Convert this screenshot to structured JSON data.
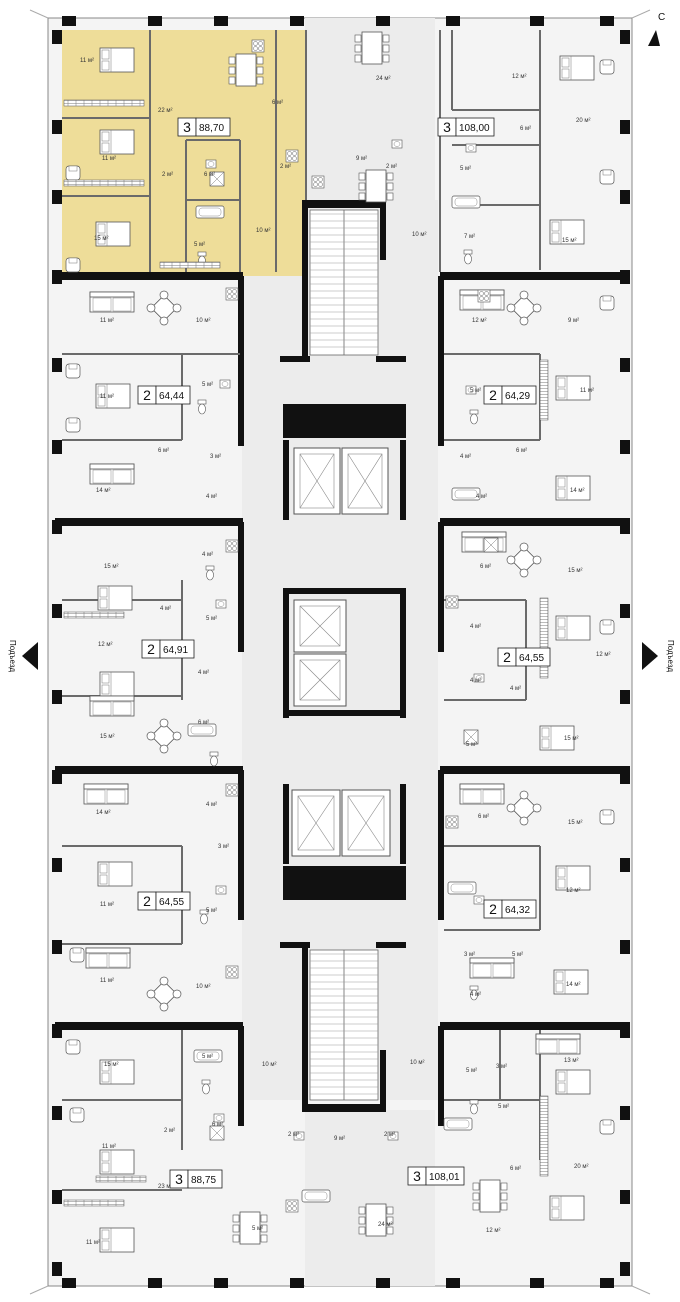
{
  "compass": {
    "north_label": "С"
  },
  "entrance": {
    "left_label": "Подъезд",
    "right_label": "Подъезд"
  },
  "colors": {
    "highlight": "#eedd99",
    "apartment_fill": "#f4f4f4",
    "lobby_fill": "#ececec",
    "wall": "#111111",
    "line": "#6a6a6a"
  },
  "apartments": [
    {
      "id": "a1",
      "rooms": "3",
      "area": "88,70",
      "highlight": true
    },
    {
      "id": "a2",
      "rooms": "3",
      "area": "108,00",
      "highlight": false
    },
    {
      "id": "a3",
      "rooms": "2",
      "area": "64,44",
      "highlight": false
    },
    {
      "id": "a4",
      "rooms": "2",
      "area": "64,29",
      "highlight": false
    },
    {
      "id": "a5",
      "rooms": "2",
      "area": "64,91",
      "highlight": false
    },
    {
      "id": "a6",
      "rooms": "2",
      "area": "64,55",
      "highlight": false
    },
    {
      "id": "a7",
      "rooms": "2",
      "area": "64,55",
      "highlight": false
    },
    {
      "id": "a8",
      "rooms": "2",
      "area": "64,32",
      "highlight": false
    },
    {
      "id": "a9",
      "rooms": "3",
      "area": "88,75",
      "highlight": false
    },
    {
      "id": "a10",
      "rooms": "3",
      "area": "108,01",
      "highlight": false
    }
  ],
  "rooms": [
    "11 м²",
    "22 м²",
    "6 м²",
    "11 м²",
    "2 м²",
    "6 м²",
    "2 м²",
    "15 м²",
    "5 м²",
    "10 м²",
    "24 м²",
    "12 м²",
    "6 м²",
    "20 м²",
    "9 м²",
    "2 м²",
    "5 м²",
    "10 м²",
    "7 м²",
    "15 м²",
    "11 м²",
    "10 м²",
    "12 м²",
    "9 м²",
    "11 м²",
    "5 м²",
    "5 м²",
    "11 м²",
    "6 м²",
    "3 м²",
    "4 м²",
    "6 м²",
    "14 м²",
    "4 м²",
    "4 м²",
    "14 м²",
    "15 м²",
    "4 м²",
    "6 м²",
    "15 м²",
    "4 м²",
    "5 м²",
    "4 м²",
    "12 м²",
    "12 м²",
    "4 м²",
    "4 м²",
    "4 м²",
    "15 м²",
    "6 м²",
    "5 м²",
    "15 м²",
    "14 м²",
    "4 м²",
    "6 м²",
    "15 м²",
    "3 м²",
    "11 м²",
    "5 м²",
    "12 м²",
    "5 м²",
    "3 м²",
    "11 м²",
    "10 м²",
    "4 м²",
    "14 м²",
    "15 м²",
    "5 м²",
    "10 м²",
    "10 м²",
    "13 м²",
    "5 м²",
    "3 м²",
    "5 м²",
    "2 м²",
    "6 м²",
    "2 м²",
    "9 м²",
    "2 м²",
    "11 м²",
    "6 м²",
    "20 м²",
    "23 м²",
    "24 м²",
    "5 м²",
    "11 м²",
    "12 м²"
  ]
}
